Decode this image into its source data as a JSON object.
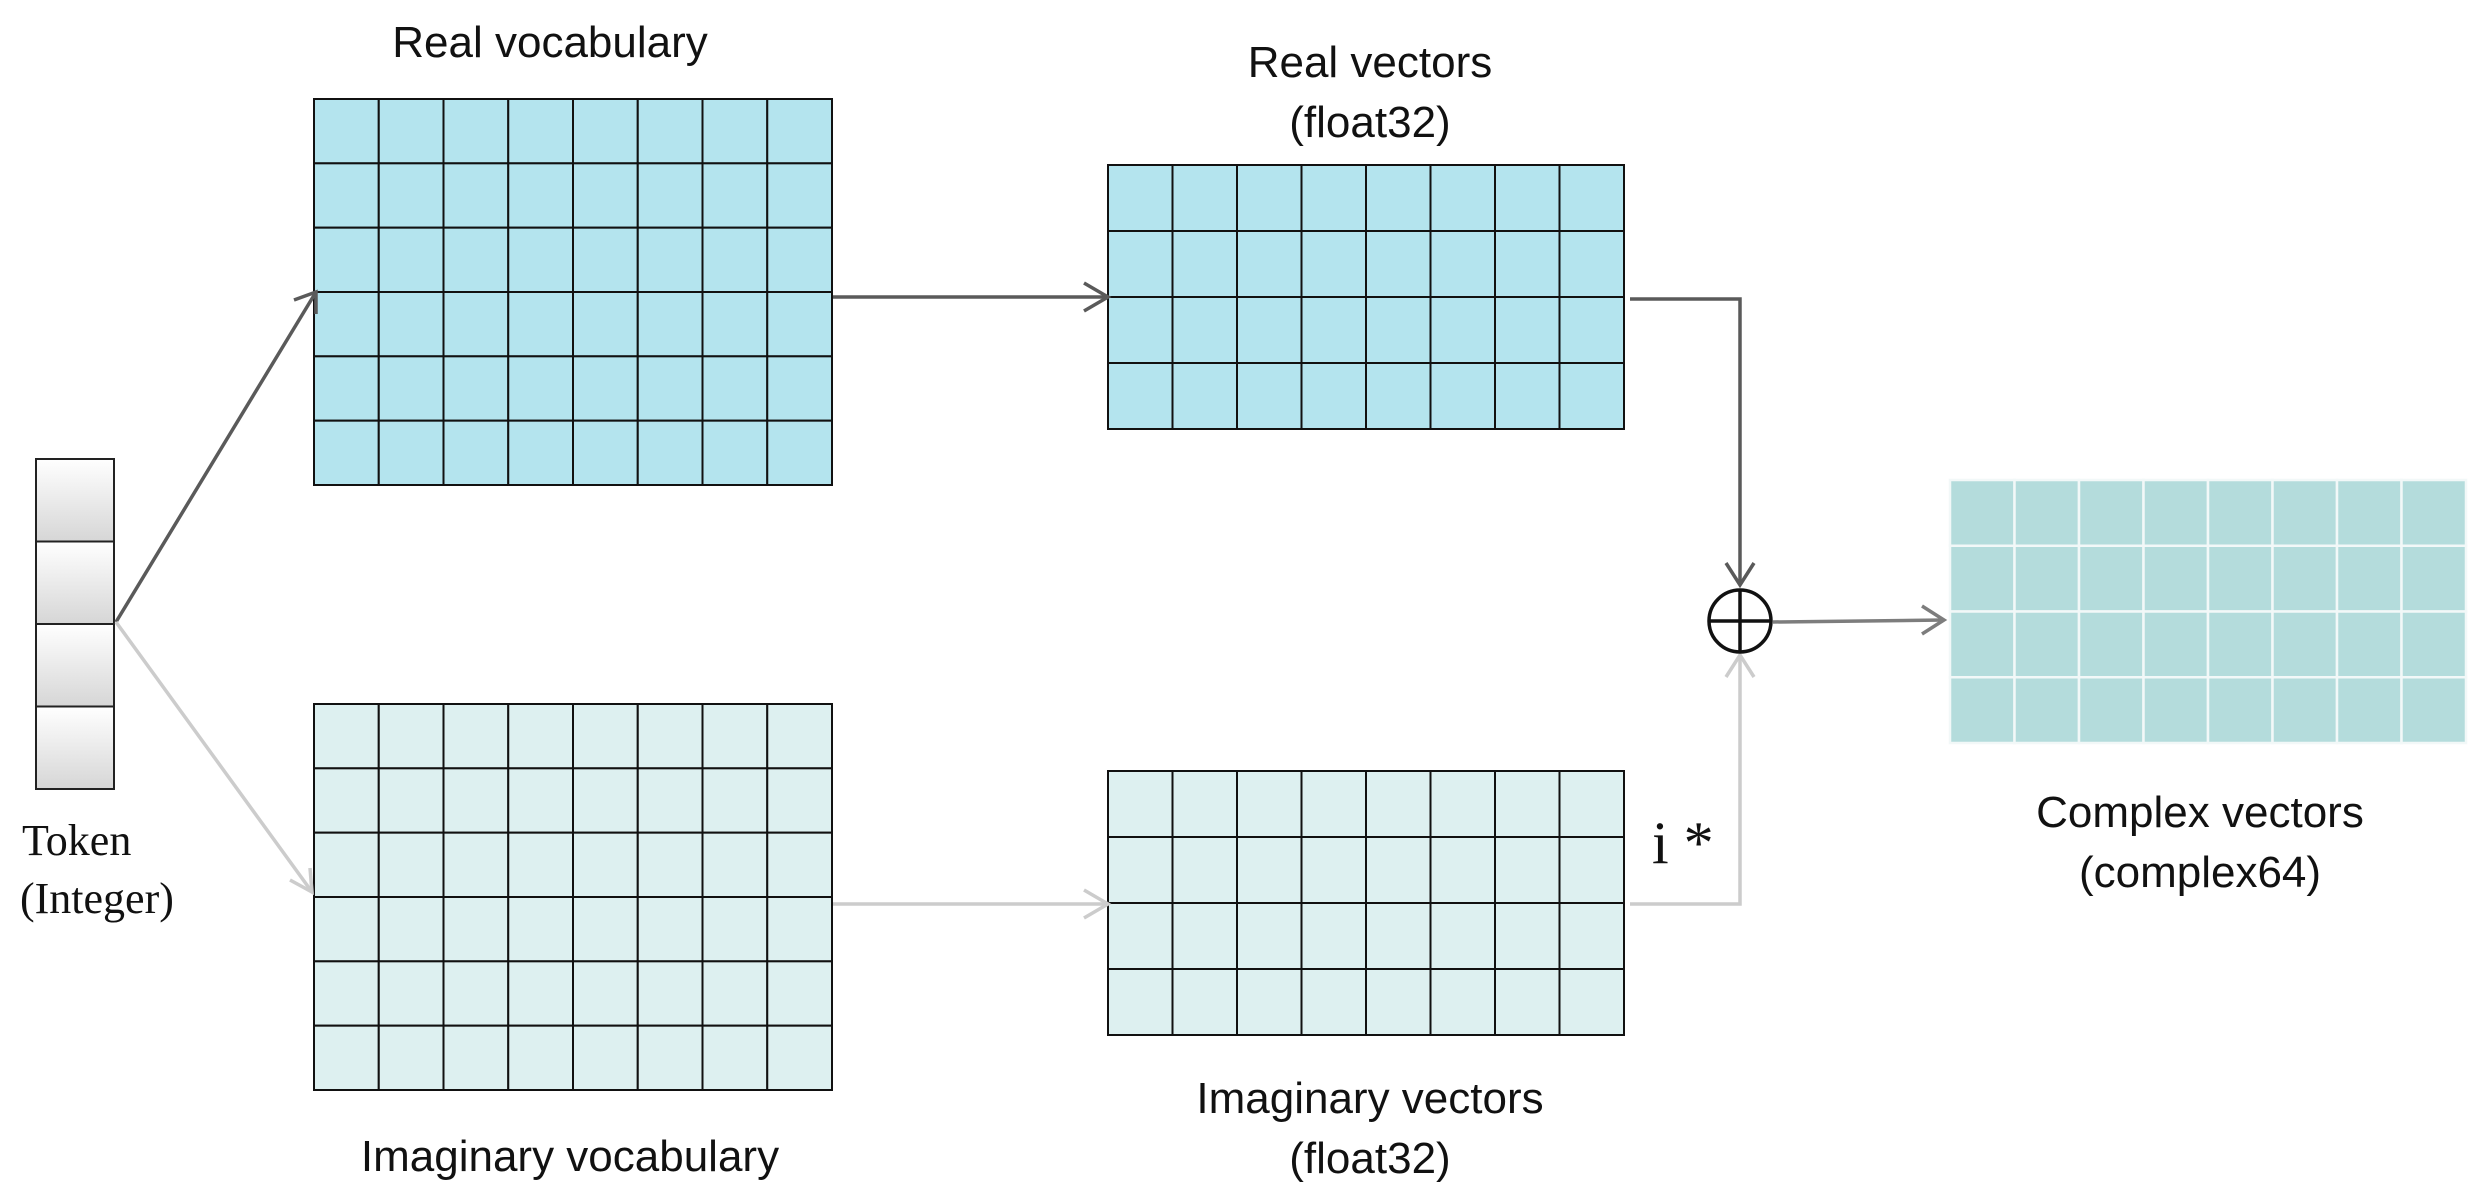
{
  "labels": {
    "real_vocab": "Real vocabulary",
    "real_vectors": "Real vectors",
    "real_vectors_dtype": "(float32)",
    "imag_vocab": "Imaginary vocabulary",
    "imag_vectors": "Imaginary vectors",
    "imag_vectors_dtype": "(float32)",
    "complex_vectors": "Complex vectors",
    "complex_vectors_dtype": "(complex64)",
    "token": "Token",
    "token_dtype": "(Integer)",
    "imag_multiplier": "i *"
  },
  "colors": {
    "real": "#b4e4ee",
    "imaginary": "#ddf0f0",
    "complex": "#b4dcdc",
    "grid_line": "#111111",
    "complex_grid_line": "#f2f8f8",
    "arrow_dark": "#5a5a5a",
    "arrow_light": "#cccccc"
  },
  "grids": {
    "real_vocab": {
      "rows": 6,
      "cols": 8
    },
    "imag_vocab": {
      "rows": 6,
      "cols": 8
    },
    "real_vectors": {
      "rows": 4,
      "cols": 8
    },
    "imag_vectors": {
      "rows": 4,
      "cols": 8
    },
    "complex_vectors": {
      "rows": 4,
      "cols": 8
    },
    "token": {
      "rows": 4,
      "cols": 1
    }
  },
  "operator": "plus-in-circle"
}
